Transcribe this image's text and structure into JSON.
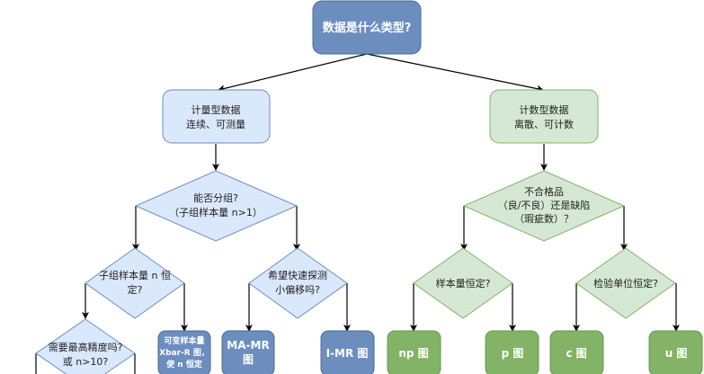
{
  "diagram": {
    "title": "数据是什么类型?",
    "colors": {
      "root_fill": "#6c8ebf",
      "root_stroke": "#4a6b9a",
      "blue_light_fill": "#dae8fc",
      "blue_light_stroke": "#6c8ebf",
      "blue_dark_fill": "#6c8ebf",
      "green_light_fill": "#d5e8d4",
      "green_light_stroke": "#82b366",
      "green_dark_fill": "#82b366",
      "edge": "#000000"
    },
    "nodes": {
      "root": {
        "lines": [
          "数据是什么类型?"
        ]
      },
      "continuous": {
        "lines": [
          "计量型数据",
          "连续、可测量"
        ]
      },
      "discrete": {
        "lines": [
          "计数型数据",
          "离散、可计数"
        ]
      },
      "can_group": {
        "lines": [
          "能否分组?",
          "（子组样本量 n>1）"
        ]
      },
      "defect_type": {
        "lines": [
          "不合格品",
          "（良/不良）还是缺陷",
          "（瑕疵数）？"
        ]
      },
      "n_constant": {
        "lines": [
          "子组样本量 n 恒",
          "定?"
        ]
      },
      "detect_shift": {
        "lines": [
          "希望快速探测",
          "小偏移吗?"
        ]
      },
      "sample_constant": {
        "lines": [
          "样本量恒定?"
        ]
      },
      "unit_constant": {
        "lines": [
          "检验单位恒定?"
        ]
      },
      "precision": {
        "lines": [
          "需要最高精度吗?",
          "或 n>10?"
        ]
      },
      "variable_n": {
        "lines": [
          "可变样本量",
          "Xbar-R 图，",
          "使 n 恒定"
        ]
      },
      "ma_mr": {
        "lines": [
          "MA-MR",
          "图"
        ]
      },
      "i_mr": {
        "lines": [
          "I-MR 图"
        ]
      },
      "np_chart": {
        "lines": [
          "np 图"
        ]
      },
      "p_chart": {
        "lines": [
          "p 图"
        ]
      },
      "c_chart": {
        "lines": [
          "c 图"
        ]
      },
      "u_chart": {
        "lines": [
          "u 图"
        ]
      }
    }
  }
}
